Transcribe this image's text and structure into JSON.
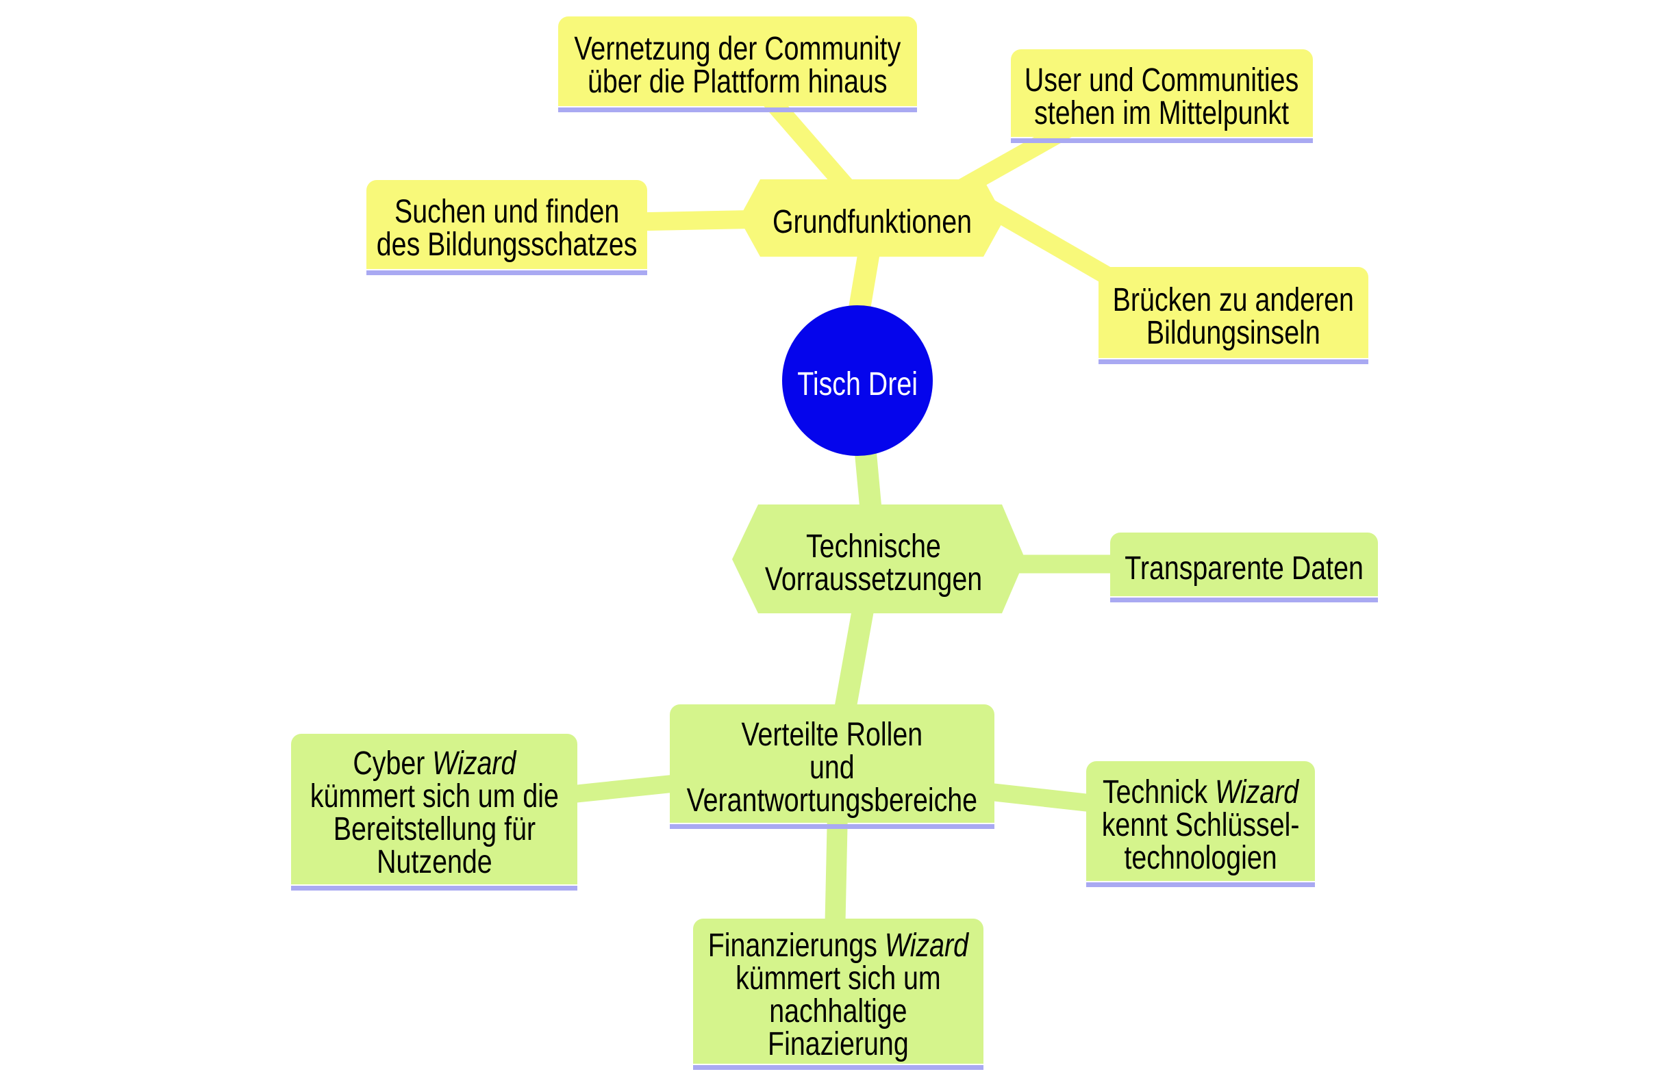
{
  "palette": {
    "branch-yellow": "#f8f97a",
    "branch-green": "#d5f48c",
    "center-blue": "#0505ec",
    "shadow-lavender": "#a9a9f2",
    "text": "#000000",
    "background": "#ffffff"
  },
  "center": {
    "lines": [
      [
        {
          "t": "Tisch Drei"
        }
      ]
    ]
  },
  "nodes": {
    "grundfunktionen": {
      "lines": [
        [
          {
            "t": "Grundfunktionen"
          }
        ]
      ]
    },
    "vernetzung": {
      "lines": [
        [
          {
            "t": "Vernetzung der Community"
          }
        ],
        [
          {
            "t": "über die Plattform hinaus"
          }
        ]
      ]
    },
    "user": {
      "lines": [
        [
          {
            "t": "User und Communities"
          }
        ],
        [
          {
            "t": "stehen im Mittelpunkt"
          }
        ]
      ]
    },
    "suchen": {
      "lines": [
        [
          {
            "t": "Suchen und finden"
          }
        ],
        [
          {
            "t": "des Bildungsschatzes"
          }
        ]
      ]
    },
    "bruecken": {
      "lines": [
        [
          {
            "t": "Brücken zu anderen"
          }
        ],
        [
          {
            "t": "Bildungsinseln"
          }
        ]
      ]
    },
    "technische": {
      "lines": [
        [
          {
            "t": "Technische"
          }
        ],
        [
          {
            "t": "Vorraussetzungen"
          }
        ]
      ]
    },
    "transparente": {
      "lines": [
        [
          {
            "t": "Transparente Daten"
          }
        ]
      ]
    },
    "verteilte": {
      "lines": [
        [
          {
            "t": "Verteilte Rollen"
          }
        ],
        [
          {
            "t": "und"
          }
        ],
        [
          {
            "t": "Verantwortungsbereiche"
          }
        ]
      ]
    },
    "cyber": {
      "lines": [
        [
          {
            "t": "Cyber "
          },
          {
            "t": "Wizard",
            "i": true
          }
        ],
        [
          {
            "t": "kümmert sich um die"
          }
        ],
        [
          {
            "t": "Bereitstellung für"
          }
        ],
        [
          {
            "t": "Nutzende"
          }
        ]
      ]
    },
    "technick": {
      "lines": [
        [
          {
            "t": "Technick "
          },
          {
            "t": "Wizard",
            "i": true
          }
        ],
        [
          {
            "t": "kennt Schlüssel-"
          }
        ],
        [
          {
            "t": "technologien"
          }
        ]
      ]
    },
    "finanzierungs": {
      "lines": [
        [
          {
            "t": "Finanzierungs "
          },
          {
            "t": "Wizard",
            "i": true
          }
        ],
        [
          {
            "t": "kümmert sich um"
          }
        ],
        [
          {
            "t": "nachhaltige"
          }
        ],
        [
          {
            "t": "Finazierung"
          }
        ]
      ]
    }
  }
}
